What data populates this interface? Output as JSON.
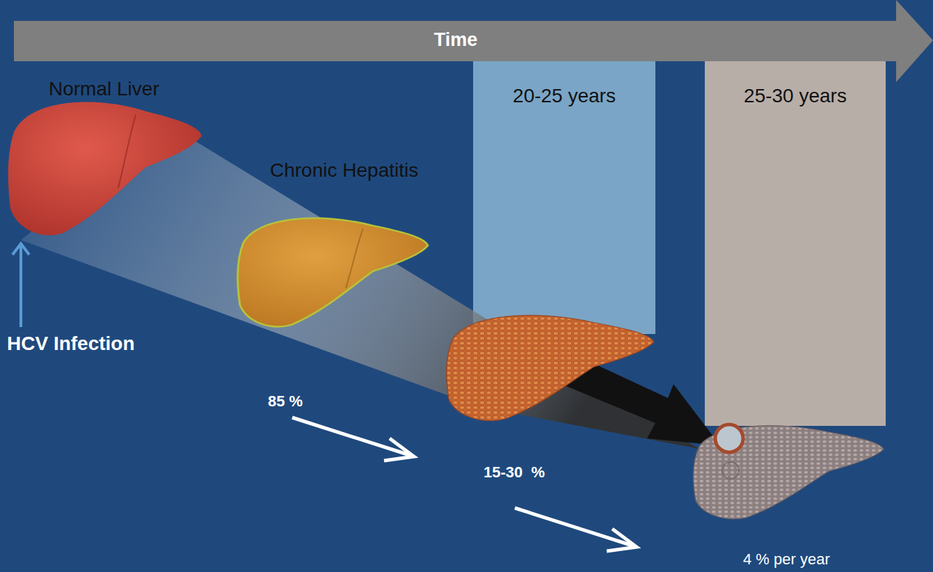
{
  "diagram": {
    "nodes": [
      {
        "text": [
          "Time"
        ]
      },
      {
        "text": [
          "20-25 years"
        ]
      },
      {
        "text": [
          "25-30 years"
        ]
      }
    ],
    "labels": [
      "Normal Liver",
      "Chronic Hepatitis",
      "HCV Infection",
      "85 %",
      "15-30  %",
      "4 % per year"
    ]
  }
}
